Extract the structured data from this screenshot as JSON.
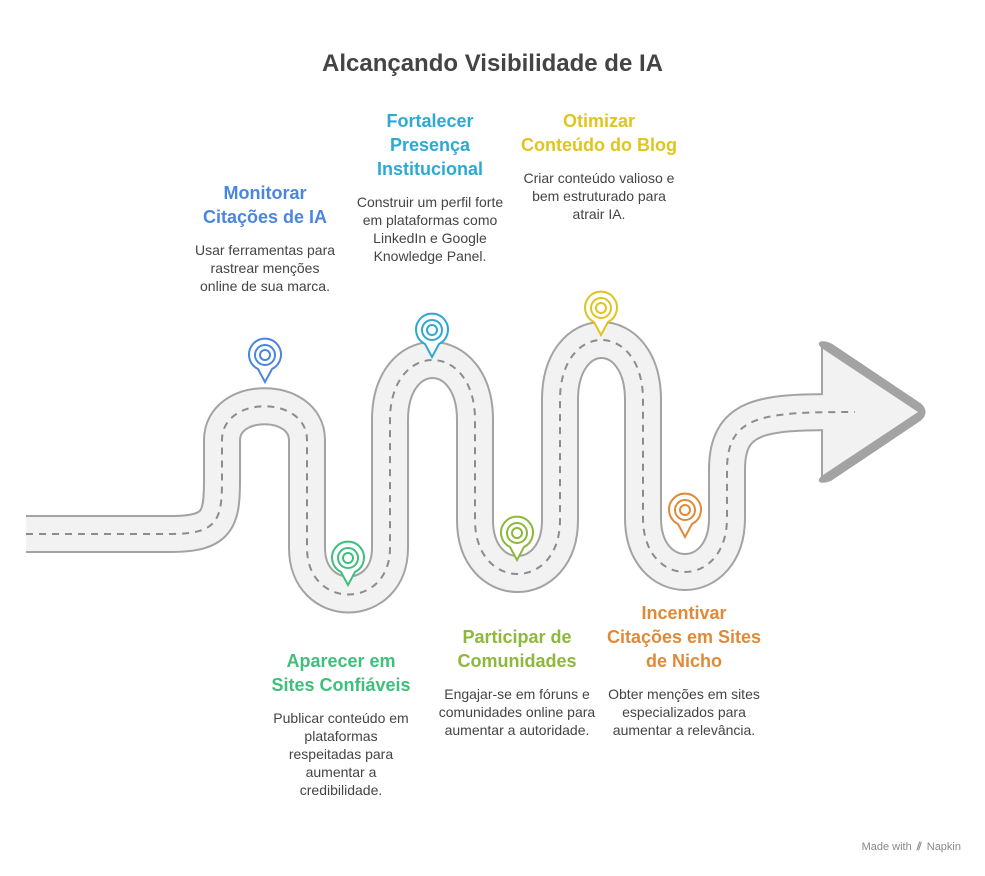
{
  "title": "Alcançando Visibilidade de IA",
  "colors": {
    "road_fill": "#f2f2f2",
    "road_edge": "#a3a3a3",
    "dash": "#8c8c8c"
  },
  "steps": [
    {
      "title": "Monitorar Citações de IA",
      "description": "Usar ferramentas para rastrear menções online de sua marca.",
      "color": "#4a86e0",
      "icon": "location-pin-icon"
    },
    {
      "title": "Aparecer em Sites Confiáveis",
      "description": "Publicar conteúdo em plataformas respeitadas para aumentar a credibilidade.",
      "color": "#3fbf7c",
      "icon": "location-pin-icon"
    },
    {
      "title": "Fortalecer Presença Institucional",
      "description": "Construir um perfil forte em plataformas como LinkedIn e Google Knowledge Panel.",
      "color": "#2da9d4",
      "icon": "location-pin-icon"
    },
    {
      "title": "Participar de Comunidades",
      "description": "Engajar-se em fóruns e comunidades online para aumentar a autoridade.",
      "color": "#8db83a",
      "icon": "location-pin-icon"
    },
    {
      "title": "Otimizar Conteúdo do Blog",
      "description": "Criar conteúdo valioso e bem estruturado para atrair IA.",
      "color": "#e0c420",
      "icon": "location-pin-icon"
    },
    {
      "title": "Incentivar Citações em Sites de Nicho",
      "description": "Obter menções em sites especializados para aumentar a relevância.",
      "color": "#e08a38",
      "icon": "location-pin-icon"
    }
  ],
  "footer": {
    "prefix": "Made with",
    "brand": "Napkin",
    "icon": "napkin-logo-icon"
  }
}
